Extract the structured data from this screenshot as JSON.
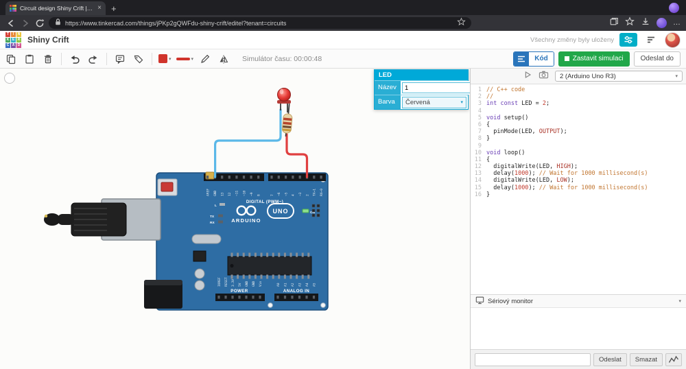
{
  "browser": {
    "tab_title": "Circuit design Shiny Crift | Tin...",
    "new_tab_glyph": "+",
    "close_glyph": "×",
    "url": "https://www.tinkercad.com/things/jPKp2gQWFdu-shiny-crift/editel?tenant=circuits",
    "menu_glyph": "…"
  },
  "header": {
    "design_title": "Shiny Crift",
    "saved_status": "Všechny změny byly uloženy",
    "logo_letters": [
      "T",
      "I",
      "N",
      "K",
      "E",
      "R",
      "C",
      "A",
      "D"
    ],
    "logo_colors": [
      "#d6453b",
      "#e98b39",
      "#ecc53c",
      "#4aa861",
      "#37b3c8",
      "#8fc74a",
      "#3b6fc4",
      "#7a4fa8",
      "#d2538f"
    ]
  },
  "toolbar": {
    "sim_time": "Simulátor času: 00:00:48",
    "code_button": "Kód",
    "stop_button": "Zastavit simulaci",
    "send_button": "Odeslat do",
    "caret": "▾"
  },
  "inspector": {
    "title": "LED",
    "name_label": "Název",
    "name_value": "1",
    "color_label": "Barva",
    "color_value": "Červená",
    "caret": "▾"
  },
  "code_panel": {
    "board_select": "2 (Arduino Uno R3)",
    "caret": "▾",
    "serial_monitor": "Sériový monitor",
    "send_label": "Odeslat",
    "clear_label": "Smazat",
    "lines": [
      "// C++ code",
      "//",
      "int const LED = 2;",
      "",
      "void setup()",
      "{",
      "  pinMode(LED, OUTPUT);",
      "}",
      "",
      "void loop()",
      "{",
      "  digitalWrite(LED, HIGH);",
      "  delay(1000); // Wait for 1000 millisecond(s)",
      "  digitalWrite(LED, LOW);",
      "  delay(1000); // Wait for 1000 millisecond(s)",
      "}"
    ]
  },
  "board": {
    "digital_section": "DIGITAL (PWM~)",
    "brand": "ARDUINO",
    "model": "UNO",
    "on_label": "ON",
    "tx_label": "TX",
    "rx_label": "RX",
    "l_label": "L",
    "power_section": "POWER",
    "analog_section": "ANALOG IN",
    "digital_pins": [
      "AREF",
      "GND",
      "13",
      "12",
      "~11",
      "~10",
      "~9",
      "8",
      "7",
      "~6",
      "~5",
      "4",
      "~3",
      "2",
      "TX→1",
      "RX←0"
    ],
    "power_pins": [
      "IOREF",
      "RESET",
      "3.3V",
      "5V",
      "GND",
      "GND",
      "Vin"
    ],
    "analog_pins": [
      "A0",
      "A1",
      "A2",
      "A3",
      "A4",
      "A5"
    ]
  },
  "colors": {
    "accent_teal": "#00a9d8",
    "sim_green": "#21a749",
    "code_blue": "#2a75bb",
    "led_red": "#e53935",
    "wire_blue": "#5bb8e8",
    "wire_red": "#e04040"
  }
}
